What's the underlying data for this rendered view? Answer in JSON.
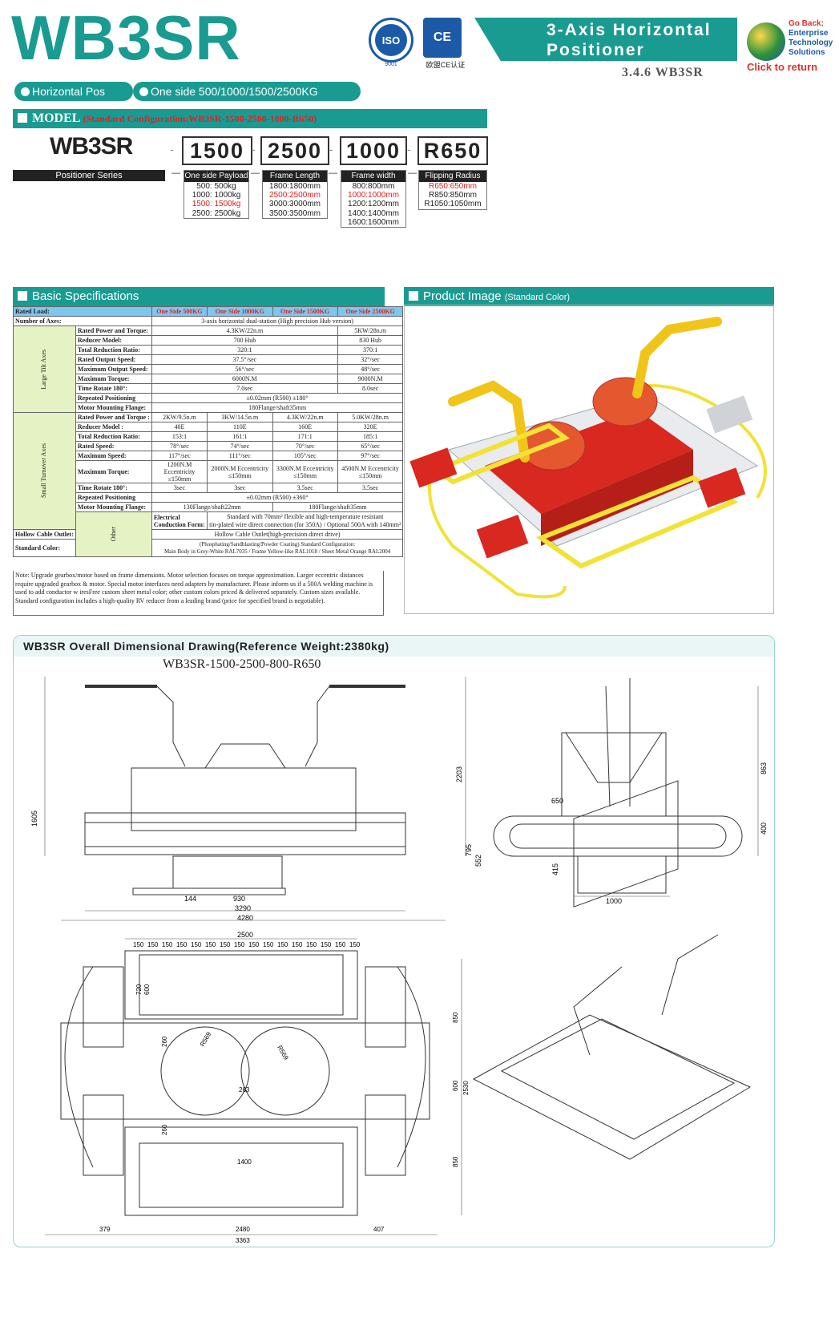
{
  "header": {
    "brand_title": "WB3SR",
    "iso_label": "ISO",
    "iso_sub": "9001",
    "ce_label": "CE",
    "ce_caption": "欧盟CE认证",
    "title_line1": "3-Axis Horizontal",
    "title_line2": "Positioner",
    "section_code": "3.4.6  WB3SR",
    "goback_line1": "Go Back:",
    "goback_line2": "Enterprise",
    "goback_line3": "Technology",
    "goback_line4": "Solutions",
    "click_return": "Click to return"
  },
  "pills": {
    "pill1": "Horizontal Pos",
    "pill2": "One side 500/1000/1500/2500KG"
  },
  "model": {
    "label": "MODEL",
    "config": "(Standard Configuration:WB3SR-1500-2500-1000-R650)",
    "series_name": "WB3SR",
    "series_tag": "Positioner Series",
    "codes": [
      "1500",
      "2500",
      "1000",
      "R650"
    ],
    "payload": {
      "header": "One side Payload",
      "options": [
        "500:  500kg",
        "1000:  1000kg",
        "1500:  1500kg",
        "2500:  2500kg"
      ],
      "selected": 2
    },
    "frame_length": {
      "header": "Frame Length",
      "options": [
        "1800:1800mm",
        "2500:2500mm",
        "3000:3000mm",
        "3500:3500mm"
      ],
      "selected": 1
    },
    "frame_width": {
      "header": "Frame width",
      "options": [
        "800:800mm",
        "1000:1000mm",
        "1200:1200mm",
        "1400:1400mm",
        "1600:1600mm"
      ],
      "selected": 1
    },
    "flip_radius": {
      "header": "Flipping Radius",
      "options": [
        "R650:650mm",
        "R850:850mm",
        "R1050:1050mm"
      ],
      "selected": 0
    }
  },
  "specs": {
    "title": "Basic Specifications",
    "headers": [
      "Rated Load:",
      "One Side 500KG",
      "One Side 1000KG",
      "One Side 1500KG",
      "One Side 2500KG"
    ],
    "axes_label": "Number of Axes:",
    "axes_value": "3-axis horizontal dual-station (High precision Hub version)",
    "group_tilt": "Large Tilt Axes",
    "group_turn": "Small Turnover Axes",
    "group_other": "Other",
    "tilt": [
      {
        "label": "Rated Power and Torque:",
        "a": "4.3KW/22n.m",
        "b": "5KW/28n.m"
      },
      {
        "label": "Reducer Model:",
        "a": "700 Hub",
        "b": "830 Hub"
      },
      {
        "label": "Total Reduction Ratio:",
        "a": "320:1",
        "b": "370:1"
      },
      {
        "label": "Rated Output Speed:",
        "a": "37.5°/sec",
        "b": "32°/sec"
      },
      {
        "label": "Maximum Output Speed:",
        "a": "56°/sec",
        "b": "48°/sec"
      },
      {
        "label": "Maximum Torque:",
        "a": "6000N.M",
        "b": "9000N.M"
      },
      {
        "label": "Time Rotate 180°:",
        "a": "7.0sec",
        "b": "8.0sec"
      },
      {
        "label": "Repeated Positioning",
        "all": "±0.02mm (R500) ±180°"
      },
      {
        "label": "Motor Mounting Flange:",
        "all": "180Flange/shaft35mm"
      }
    ],
    "turn": [
      {
        "label": "Rated Power and Torque :",
        "v": [
          "2KW/9.5n.m",
          "3KW/14.5n.m",
          "4.3KW/22n.m",
          "5.0KW/28n.m"
        ]
      },
      {
        "label": "Reducer Model :",
        "v": [
          "40E",
          "110E",
          "160E",
          "320E"
        ]
      },
      {
        "label": "Total Reduction Ratio:",
        "v": [
          "153:1",
          "161:1",
          "171:1",
          "185:1"
        ]
      },
      {
        "label": "Rated Speed:",
        "v": [
          "78°/sec",
          "74°/sec",
          "70°/sec",
          "65°/sec"
        ]
      },
      {
        "label": "Maximum Speed:",
        "v": [
          "117°/sec",
          "111°/sec",
          "105°/sec",
          "97°/sec"
        ]
      }
    ],
    "max_torque_label": "Maximum Torque:",
    "max_torque": [
      "1200N.M  Eccentricity ≤150mm",
      "2000N.M  Eccentricity ≤150mm",
      "3300N.M  Eccentricity ≤150mm",
      "4500N.M  Eccentricity ≤150mm"
    ],
    "turn_time_label": "Time Rotate 180°:",
    "turn_time": [
      "3sec",
      "3sec",
      "3.5sec",
      "3.5sec"
    ],
    "turn_repeat_label": "Repeated Positioning",
    "turn_repeat": "±0.02mm (R500) ±360°",
    "turn_flange_label": "Motor Mounting Flange:",
    "turn_flange_a": "130Flange/shaft22mm",
    "turn_flange_b": "180Flange/shaft35mm",
    "elec_label": "Electrical Conduction Form:",
    "elec_line1": "Standard with 70mm² flexible and high-temperature resistant",
    "elec_line2": "tin-plated wire direct connection (for 350A) / Optional 500A with 140mm²",
    "cable_label": "Hollow Cable Outlet:",
    "cable_value": "Hollow Cable Outlet(high-precision direct drive)",
    "color_label": "Standard Color:",
    "color_line1": "(Phosphating/Sandblasting/Powder Coating) Standard Configuration:",
    "color_line2": "Main Body in Grey-White RAL7035 / Frame Yellow-like RAL1018 / Sheet Metal Orange RAL2004",
    "note": "Note: Upgrade gearbox/motor based on frame dimensions. Motor selection focuses on torque approximation. Larger eccentric distances require upgraded gearbox & motor. Special motor interfaces need adapters by manufacturer. Please inform us if a 500A welding machine is used to add conductor w iresFree custom sheet metal color; other custom colors priced & delivered separately. Custom sizes available. Standard configuration includes a high-quality RV reducer from a leading brand (price for specified brand is negotiable)."
  },
  "product": {
    "title": "Product Image",
    "subtitle": "(Standard Color)"
  },
  "drawing": {
    "title": "WB3SR Overall Dimensional Drawing(Reference Weight:2380kg)",
    "model": "WB3SR-1500-2500-800-R650",
    "front_dims": {
      "height": "1605",
      "d144": "144",
      "d930": "930",
      "d3290": "3290",
      "d4280": "4280"
    },
    "side_dims": {
      "d650": "650",
      "d2203": "2203",
      "d863": "863",
      "d400": "400",
      "d795": "795",
      "d552": "552",
      "d415": "415",
      "d1000": "1000"
    },
    "top_dims": {
      "d2500": "2500",
      "seg": "150",
      "d720": "720",
      "d600": "600",
      "d260": "260",
      "r569": "R569",
      "d263": "263",
      "d850": "850",
      "d2530": "2530",
      "d1400": "1400",
      "d379": "379",
      "d2480": "2480",
      "d407": "407",
      "d3363": "3363"
    }
  },
  "colors": {
    "teal": "#1a9b92",
    "frame_yellow": "#f2e236",
    "body_red": "#d8281f",
    "robot_yellow": "#f0c419"
  }
}
